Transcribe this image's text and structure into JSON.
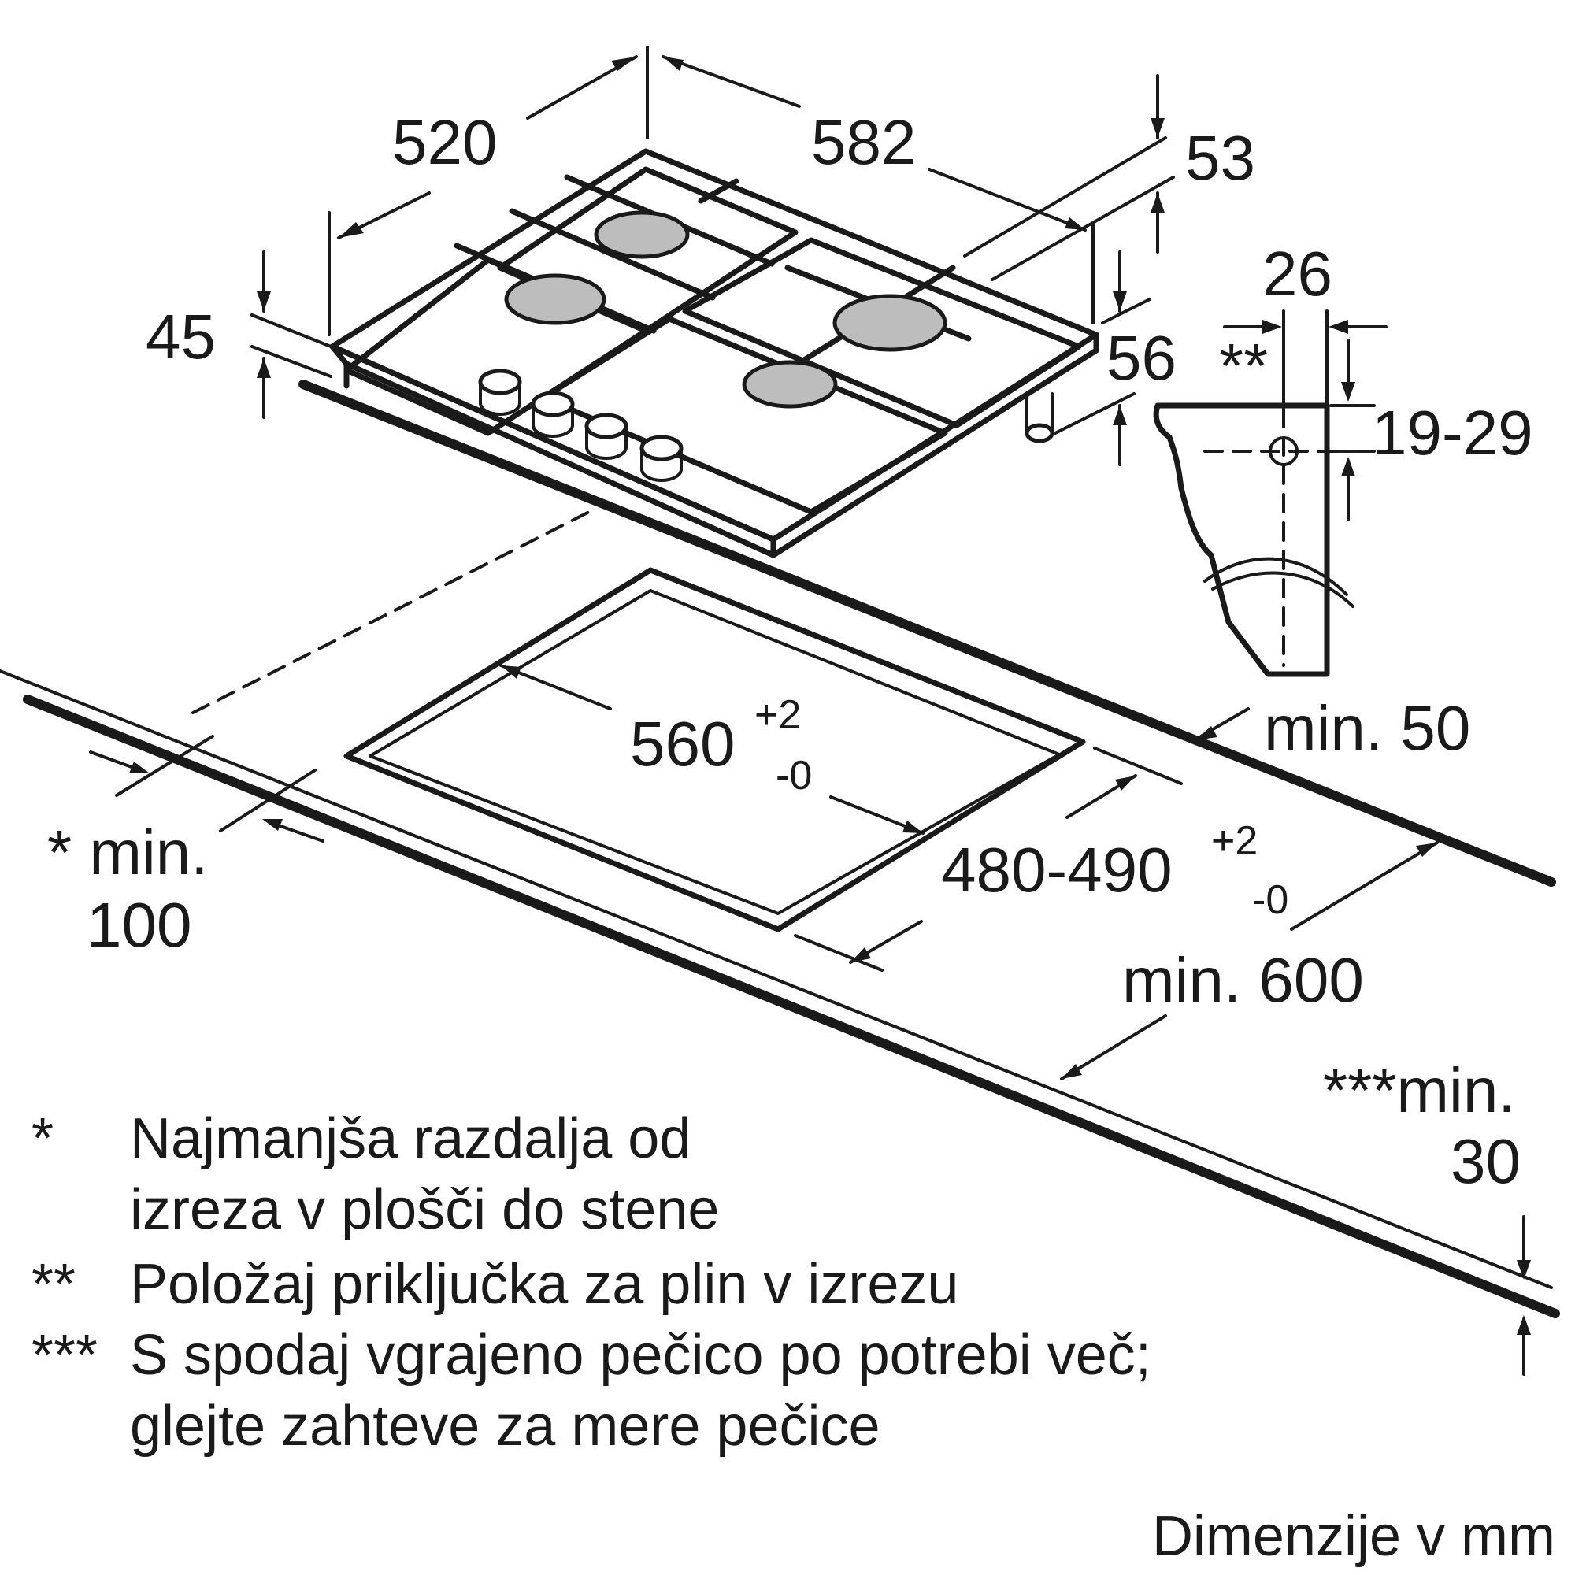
{
  "dimensions": {
    "depth": "520",
    "width": "582",
    "height_front": "45",
    "height_rear": "53",
    "foot_height": "56",
    "gas_offset": "26",
    "gas_depth": "19-29",
    "gas_mark": "**",
    "cutout_width": "560",
    "cutout_width_tol_plus": "+2",
    "cutout_width_tol_minus": "-0",
    "cutout_depth": "480-490",
    "cutout_depth_tol_plus": "+2",
    "cutout_depth_tol_minus": "-0",
    "min_rear": "min. 50",
    "min_side_line1": "* min.",
    "min_side_line2": "100",
    "min_front": "min. 600",
    "min_below_line1": "***min.",
    "min_below_line2": "30"
  },
  "notes": [
    {
      "mark": "*",
      "lines": [
        "Najmanjša razdalja od",
        "izreza v plošči do stene"
      ]
    },
    {
      "mark": "**",
      "lines": [
        "Položaj priključka za plin v izrezu"
      ]
    },
    {
      "mark": "***",
      "lines": [
        "S spodaj vgrajeno pečico po potrebi več;",
        "glejte zahteve za mere pečice"
      ]
    }
  ],
  "units_label": "Dimenzije v mm"
}
